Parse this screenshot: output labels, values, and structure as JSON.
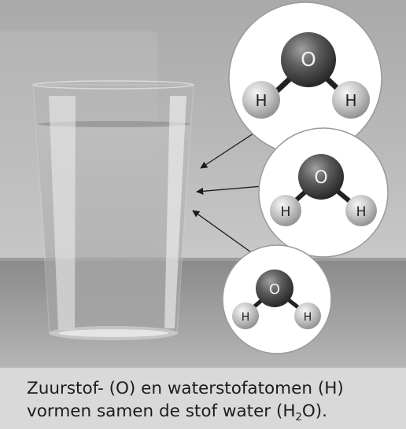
{
  "molecules": [
    {
      "center": "O",
      "left": "H",
      "right": "H"
    },
    {
      "center": "O",
      "left": "H",
      "right": "H"
    },
    {
      "center": "O",
      "left": "H",
      "right": "H"
    }
  ],
  "caption": {
    "line1": "Zuurstof- (O) en waterstofatomen (H)",
    "line2_before": "vormen samen de stof water (H",
    "line2_sub": "2",
    "line2_after": "O)."
  }
}
